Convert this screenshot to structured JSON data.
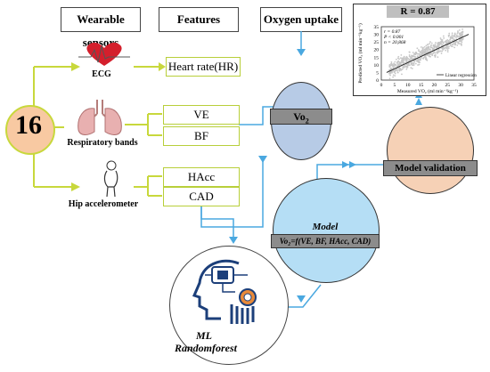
{
  "headers": {
    "sensors": "Wearable sensors",
    "features": "Features",
    "oxygen": "Oxygen uptake"
  },
  "count": "16",
  "sensors": {
    "ecg": "ECG",
    "resp": "Respiratory bands",
    "hip": "Hip accelerometer"
  },
  "features": [
    "Heart rate(HR)",
    "VE",
    "BF",
    "HAcc",
    "CAD"
  ],
  "vo2_main": "Vo",
  "vo2_sub": "2",
  "model": {
    "title": "Model",
    "formula": "Vo₂=f(VE, BF, HAcc, CAD)"
  },
  "validation": "Model validation",
  "ml": {
    "line1": "ML",
    "line2": "Randomforest"
  },
  "scatter": {
    "r_title": "R = 0.87",
    "stats": [
      "r = 0.87",
      "P < 0.001",
      "n = 20,868"
    ],
    "legend": "Linear regression",
    "xlabel": "Measured VO₂ (ml min⁻¹kg⁻¹)",
    "ylabel": "Predicted VO₂ (ml min⁻¹kg⁻¹)",
    "xticks": [
      "0",
      "5",
      "10",
      "15",
      "20",
      "25",
      "30",
      "35"
    ],
    "yticks": [
      "0",
      "5",
      "10",
      "15",
      "20",
      "25",
      "30",
      "35"
    ]
  },
  "colors": {
    "arrow": "#4aa8e0",
    "connector": "#c8d83c",
    "count_circle": "#f8c9a2",
    "vo2_circle": "#b7cbe6",
    "model_circle": "#b5def5",
    "validation_circle": "#f6d1b6"
  },
  "chart_data": {
    "type": "scatter",
    "title": "R = 0.87",
    "xlabel": "Measured VO₂ (ml min⁻¹kg⁻¹)",
    "ylabel": "Predicted VO₂ (ml min⁻¹kg⁻¹)",
    "xlim": [
      0,
      35
    ],
    "ylim": [
      0,
      35
    ],
    "series": [
      {
        "name": "Linear regression",
        "kind": "line",
        "x": [
          2,
          33
        ],
        "y": [
          5,
          30
        ]
      }
    ]
  }
}
